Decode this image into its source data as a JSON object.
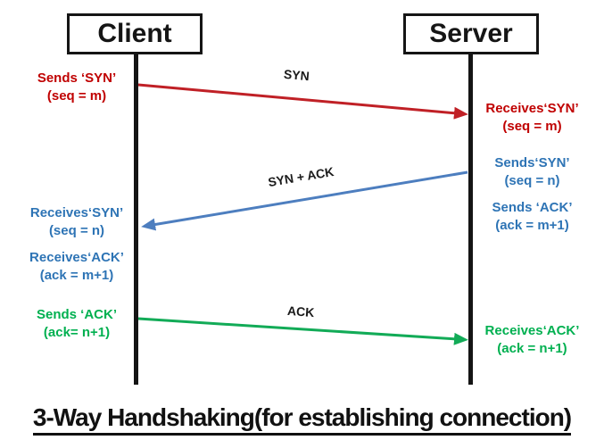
{
  "diagram": {
    "title": "3-Way Handshaking(for establishing connection)",
    "actors": {
      "client": "Client",
      "server": "Server"
    },
    "messages": [
      {
        "label": "SYN",
        "from": "client",
        "to": "server",
        "color": "#c02026"
      },
      {
        "label": "SYN + ACK",
        "from": "server",
        "to": "client",
        "color": "#4d7ebf"
      },
      {
        "label": "ACK",
        "from": "client",
        "to": "server",
        "color": "#12ab57"
      }
    ],
    "client_notes": [
      {
        "line1": "Sends ‘SYN’",
        "line2": "(seq = m)",
        "color": "#c00000"
      },
      {
        "line1": "Receives‘SYN’",
        "line2": "(seq = n)",
        "color": "#2e74b5"
      },
      {
        "line1": "Receives‘ACK’",
        "line2": "(ack = m+1)",
        "color": "#2e74b5"
      },
      {
        "line1": "Sends ‘ACK’",
        "line2": "(ack= n+1)",
        "color": "#00b050"
      }
    ],
    "server_notes": [
      {
        "line1": "Receives‘SYN’",
        "line2": "(seq = m)",
        "color": "#c00000"
      },
      {
        "line1": "Sends‘SYN’",
        "line2": "(seq = n)",
        "color": "#2e74b5"
      },
      {
        "line1": "Sends ‘ACK’",
        "line2": "(ack = m+1)",
        "color": "#2e74b5"
      },
      {
        "line1": "Receives‘ACK’",
        "line2": "(ack = n+1)",
        "color": "#00b050"
      }
    ],
    "colors": {
      "red_text": "#c00000",
      "blue_text": "#2e74b5",
      "green_text": "#00b050",
      "line_black": "#141414"
    }
  }
}
